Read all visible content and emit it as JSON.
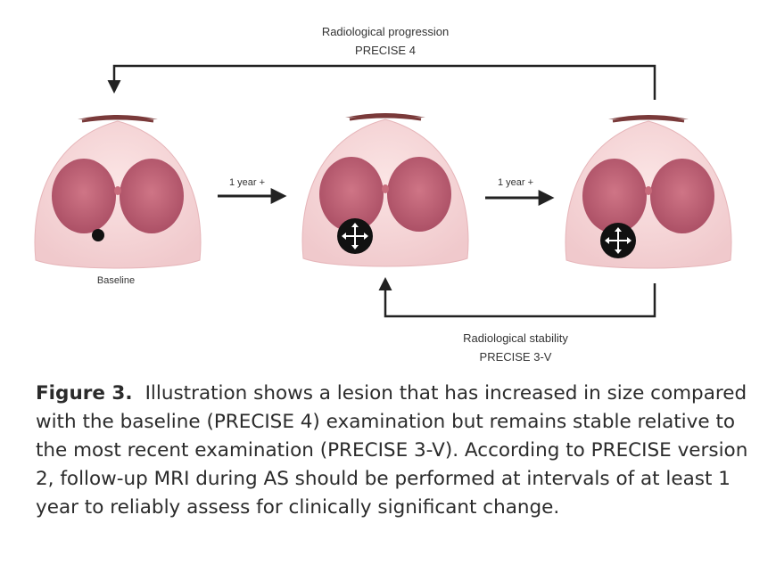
{
  "diagram": {
    "top_label": {
      "line1": "Radiological progression",
      "line2": "PRECISE 4"
    },
    "bottom_label": {
      "line1": "Radiological stability",
      "line2": "PRECISE 3-V"
    },
    "arrow_label_1": "1 year +",
    "arrow_label_2": "1 year +",
    "baseline_label": "Baseline",
    "colors": {
      "skin": "#f5d7d7",
      "lobe": "#c76a7c",
      "lobe_dark": "#a84d62",
      "line": "#222222",
      "lesion": "#111111"
    }
  },
  "caption": {
    "figure_label": "Figure 3.",
    "text": "Illustration shows a lesion that has increased in size compared with the baseline (PRECISE 4) examination but remains stable relative to the most recent examination (PRECISE 3-V). According to PRECISE version 2, follow-up MRI during AS should be performed at intervals of at least 1 year to reliably assess for clinically significant change."
  }
}
